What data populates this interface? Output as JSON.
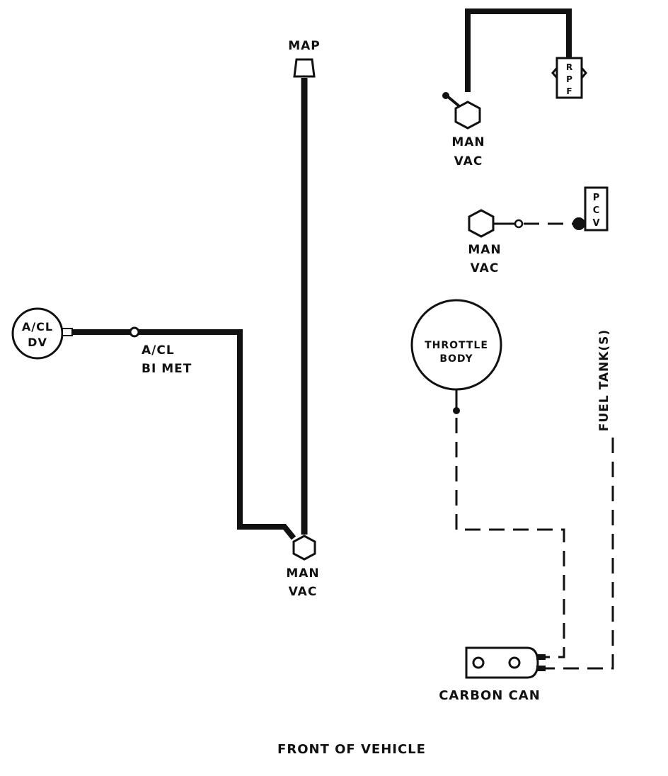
{
  "labels": {
    "map": "MAP",
    "man_vac": [
      "MAN",
      "VAC"
    ],
    "fpr": [
      "R",
      "P",
      "F"
    ],
    "pcv": [
      "P",
      "C",
      "V"
    ],
    "throttle_body": [
      "THROTTLE",
      "BODY"
    ],
    "fuel_tank": "FUEL TANK(S)",
    "acl_dv": [
      "A/CL",
      "DV"
    ],
    "acl_bimet": [
      "A/CL",
      "BI MET"
    ],
    "carbon_can": "CARBON CAN",
    "front_of_vehicle": "FRONT OF VEHICLE"
  },
  "colors": {
    "ink": "#111111",
    "paper": "#ffffff"
  }
}
